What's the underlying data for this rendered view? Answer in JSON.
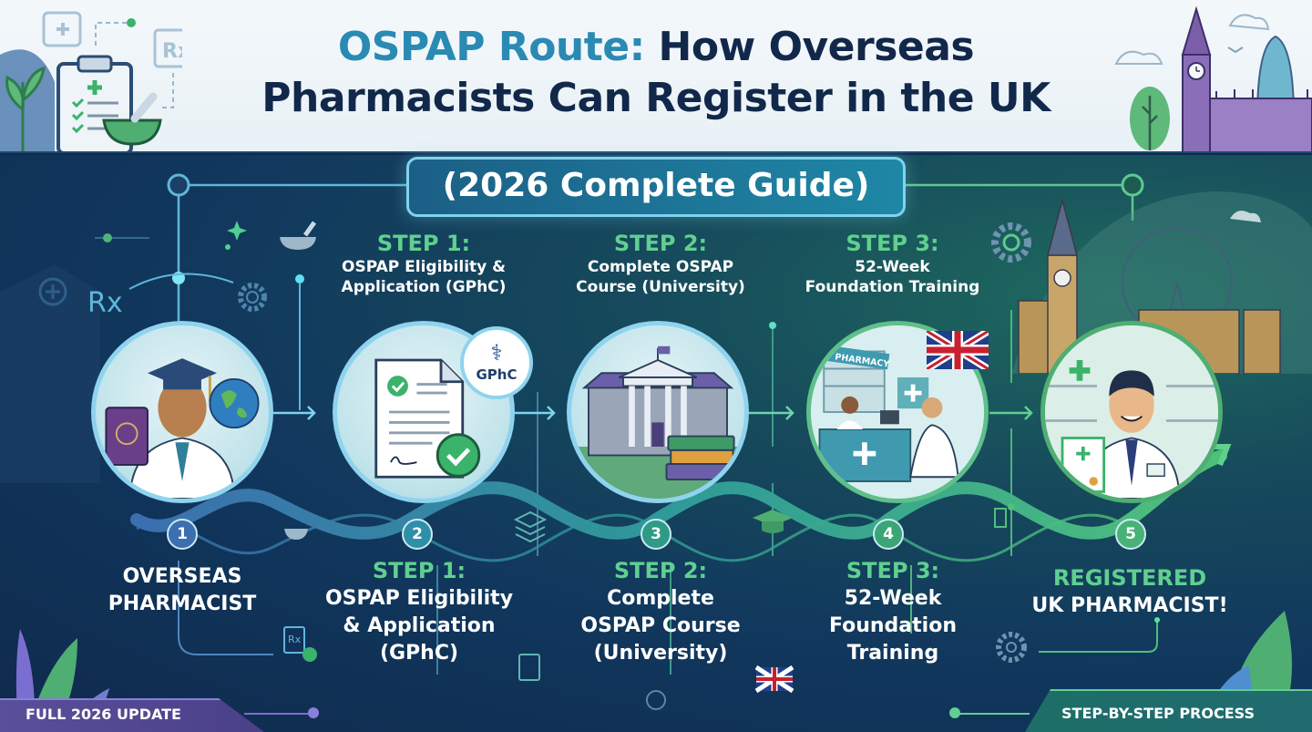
{
  "header": {
    "title_accent": "OSPAP Route:",
    "title_line1_rest": "How Overseas",
    "title_line2": "Pharmacists Can Register in the UK",
    "subtitle": "(2026 Complete Guide)"
  },
  "top_steps": [
    {
      "num": "STEP 1:",
      "line1": "OSPAP Eligibility &",
      "line2": "Application (GPhC)"
    },
    {
      "num": "STEP 2:",
      "line1": "Complete OSPAP",
      "line2": "Course (University)"
    },
    {
      "num": "STEP 3:",
      "line1": "52-Week",
      "line2": "Foundation Training"
    }
  ],
  "stages": [
    {
      "badge": "1",
      "title": "",
      "line1": "OVERSEAS",
      "line2": "PHARMACIST",
      "line3": "",
      "illustration": "pharmacist-with-passport-globe",
      "color": "#3b6fb0"
    },
    {
      "badge": "2",
      "title": "STEP 1:",
      "line1": "OSPAP Eligibility",
      "line2": "& Application",
      "line3": "(GPhC)",
      "illustration": "application-document-gphc",
      "color": "#2f8fa8"
    },
    {
      "badge": "3",
      "title": "STEP 2:",
      "line1": "Complete",
      "line2": "OSPAP Course",
      "line3": "(University)",
      "illustration": "university-with-books",
      "color": "#2f9a86"
    },
    {
      "badge": "4",
      "title": "STEP 3:",
      "line1": "52-Week",
      "line2": "Foundation",
      "line3": "Training",
      "illustration": "pharmacy-training-uk-flag",
      "color": "#3aa677"
    },
    {
      "badge": "5",
      "title": "REGISTERED",
      "line1": "UK PHARMACIST!",
      "line2": "",
      "line3": "",
      "illustration": "registered-pharmacist-london",
      "color": "#47b277"
    }
  ],
  "gphc_badge": "GPhC",
  "pharmacy_sign": "PHARMACY",
  "footer": {
    "left": "FULL 2026 UPDATE",
    "right": "STEP-BY-STEP PROCESS"
  },
  "colors": {
    "title_accent": "#2a8ab3",
    "title_dark": "#12284a",
    "step_green": "#5fd08f",
    "background_dark": "#0f2a4d",
    "footer_purple": "#5a4f9a",
    "footer_teal": "#1d6e67"
  }
}
